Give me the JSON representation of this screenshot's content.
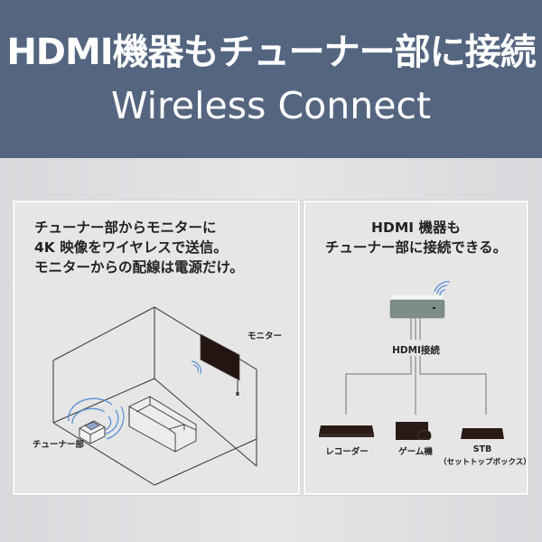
{
  "header": {
    "title_jp": "HDMI機器もチューナー部に接続",
    "title_en": "Wireless Connect"
  },
  "left_panel": {
    "lines": [
      "チューナー部からモニターに",
      "4K 映像をワイヤレスで送信。",
      "モニターからの配線は電源だけ。"
    ],
    "labels": {
      "monitor": "モニター",
      "tuner": "チューナー部"
    }
  },
  "right_panel": {
    "lines": [
      "HDMI 機器も",
      "チューナー部に接続できる。"
    ],
    "connection_label": "HDMI接続",
    "devices": [
      {
        "label": "レコーダー"
      },
      {
        "label": "ゲーム機"
      },
      {
        "label": "STB",
        "sublabel": "（セットトップボックス）"
      }
    ]
  },
  "colors": {
    "header_bg": "#546580",
    "panel_bg": "#e6e6e6",
    "wave_blue": "#5b8fd6",
    "device_dark": "#2a1a16"
  }
}
